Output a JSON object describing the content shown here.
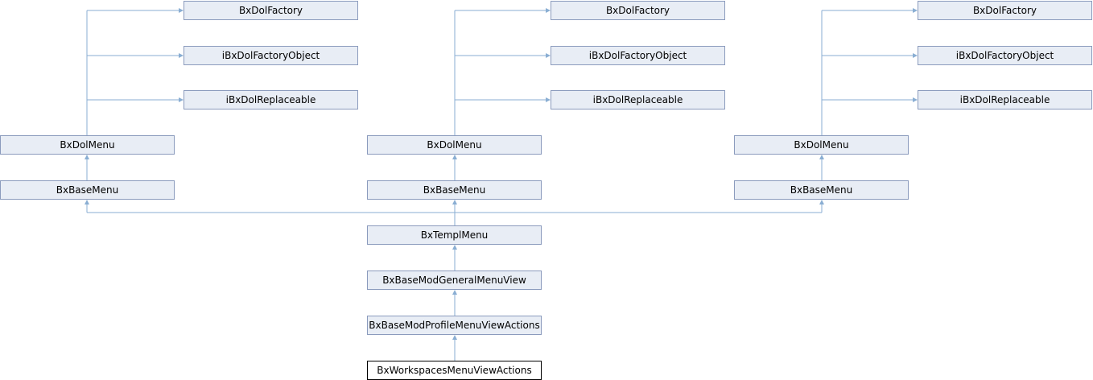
{
  "colors": {
    "node_fill": "#e8edf5",
    "node_border": "#8b9bbd",
    "current_node_fill": "#ffffff",
    "current_node_border": "#000000",
    "edge": "#8aaed3"
  },
  "groups": [
    {
      "factory": "BxDolFactory",
      "factory_object": "iBxDolFactoryObject",
      "replaceable": "iBxDolReplaceable",
      "dol_menu": "BxDolMenu",
      "base_menu": "BxBaseMenu"
    },
    {
      "factory": "BxDolFactory",
      "factory_object": "iBxDolFactoryObject",
      "replaceable": "iBxDolReplaceable",
      "dol_menu": "BxDolMenu",
      "base_menu": "BxBaseMenu"
    },
    {
      "factory": "BxDolFactory",
      "factory_object": "iBxDolFactoryObject",
      "replaceable": "iBxDolReplaceable",
      "dol_menu": "BxDolMenu",
      "base_menu": "BxBaseMenu"
    }
  ],
  "chain": {
    "templ_menu": "BxTemplMenu",
    "general_menu_view": "BxBaseModGeneralMenuView",
    "profile_menu_view_actions": "BxBaseModProfileMenuViewActions",
    "current": "BxWorkspacesMenuViewActions"
  }
}
